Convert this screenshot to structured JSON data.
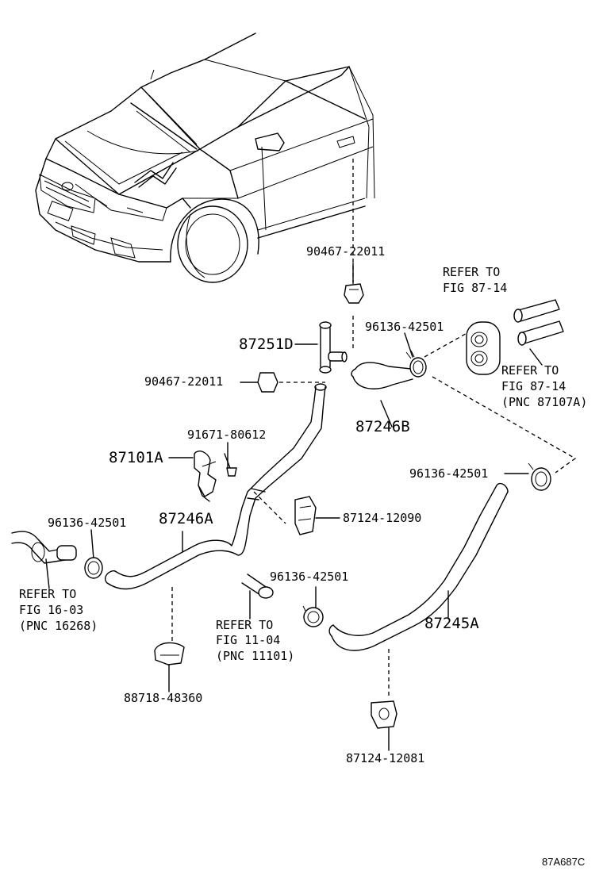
{
  "labels": {
    "p90467_top": "90467-22011",
    "refer_87_14_a_line1": "REFER TO",
    "refer_87_14_a_line2": "FIG 87-14",
    "p96136_top": "96136-42501",
    "p87251D": "87251D",
    "refer_87_14_b_line1": "REFER TO",
    "refer_87_14_b_line2": "FIG 87-14",
    "refer_87_14_b_line3": "(PNC 87107A)",
    "p90467_mid": "90467-22011",
    "p87246B": "87246B",
    "p91671": "91671-80612",
    "p87101A": "87101A",
    "p96136_right": "96136-42501",
    "p96136_left": "96136-42501",
    "p87246A": "87246A",
    "p87124_12090": "87124-12090",
    "refer_16_03_line1": "REFER TO",
    "refer_16_03_line2": "FIG 16-03",
    "refer_16_03_line3": "(PNC 16268)",
    "p96136_center": "96136-42501",
    "refer_11_04_line1": "REFER TO",
    "refer_11_04_line2": "FIG 11-04",
    "refer_11_04_line3": "(PNC 11101)",
    "p87245A": "87245A",
    "p88718": "88718-48360",
    "p87124_12081": "87124-12081",
    "figure_code": "87A687C"
  }
}
